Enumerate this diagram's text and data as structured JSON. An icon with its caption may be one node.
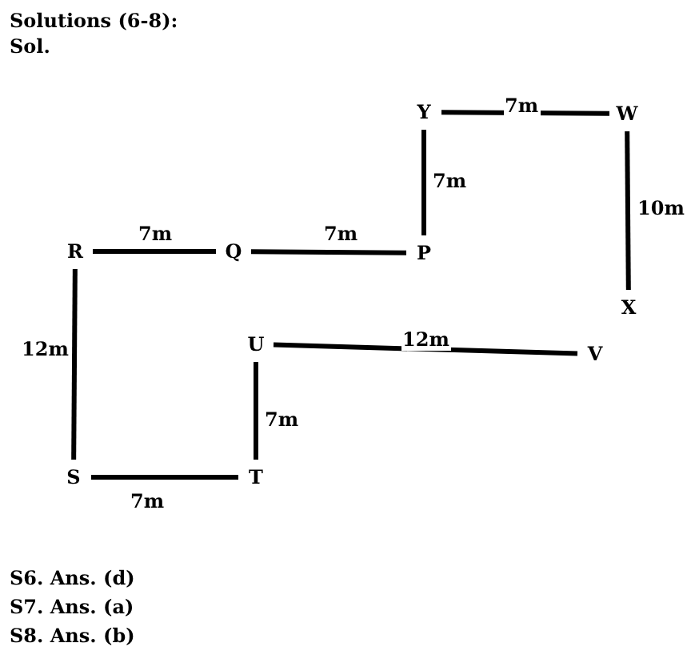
{
  "diagram": {
    "title": "Solutions (6-8):",
    "nodes": [
      {
        "text": [
          "R"
        ]
      },
      {
        "text": [
          "Q"
        ]
      },
      {
        "text": [
          "P"
        ]
      },
      {
        "text": [
          "Y"
        ]
      },
      {
        "text": [
          "W"
        ]
      },
      {
        "text": [
          "X"
        ]
      },
      {
        "text": [
          "U"
        ]
      },
      {
        "text": [
          "V"
        ]
      },
      {
        "text": [
          "S"
        ]
      },
      {
        "text": [
          "T"
        ]
      }
    ],
    "edges": [
      {
        "from": 0,
        "to": 1,
        "arrow": "none",
        "label": "7m"
      },
      {
        "from": 1,
        "to": 2,
        "arrow": "none",
        "label": "7m"
      },
      {
        "from": 2,
        "to": 3,
        "arrow": "none",
        "label": "7m"
      },
      {
        "from": 3,
        "to": 4,
        "arrow": "none",
        "label": "7m"
      },
      {
        "from": 4,
        "to": 5,
        "arrow": "none",
        "label": "10m"
      },
      {
        "from": 0,
        "to": 8,
        "arrow": "none",
        "label": "12m"
      },
      {
        "from": 6,
        "to": 7,
        "arrow": "none",
        "label": "12m"
      },
      {
        "from": 9,
        "to": 6,
        "arrow": "none",
        "label": "7m"
      },
      {
        "from": 8,
        "to": 9,
        "arrow": "none",
        "label": "7m"
      }
    ],
    "labels": [
      "Sol.",
      "S6. Ans. (d)",
      "S7. Ans. (a)",
      "S8. Ans. (b)"
    ]
  }
}
